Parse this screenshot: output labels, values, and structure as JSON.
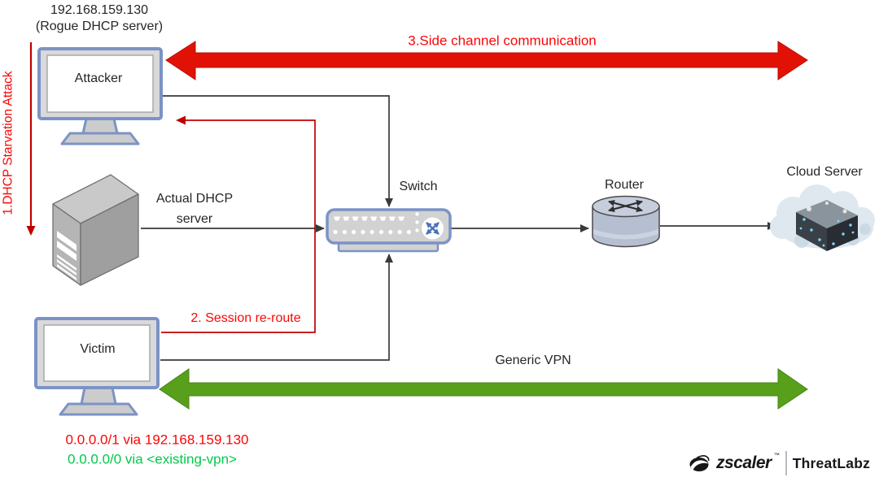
{
  "diagram": {
    "attacker": {
      "ip": "192.168.159.130",
      "role": "(Rogue DHCP server)",
      "label": "Attacker"
    },
    "dhcp_server": {
      "line1": "Actual DHCP",
      "line2": "server"
    },
    "victim": {
      "label": "Victim"
    },
    "network": {
      "switch_label": "Switch",
      "router_label": "Router",
      "cloud_label": "Cloud Server"
    },
    "steps": {
      "starvation": "1.DHCP Starvation Attack",
      "reroute": "2. Session re-route",
      "side_channel": "3.Side channel communication"
    },
    "vpn": {
      "label": "Generic VPN"
    },
    "routes": {
      "hijacked": "0.0.0.0/1 via 192.168.159.130",
      "original": "0.0.0.0/0 via <existing-vpn>"
    },
    "logo": {
      "brand": "zscaler",
      "trademark": "™",
      "team": "ThreatLabz"
    },
    "colors": {
      "arrow_red": "#e11205",
      "line_red": "#c00000",
      "text_red": "#fb0505",
      "arrow_green": "#58a01c",
      "text_green": "#00c94a",
      "node_blue": "#7b93c6",
      "line_black": "#3a3a3a",
      "text_black": "#262626"
    }
  }
}
